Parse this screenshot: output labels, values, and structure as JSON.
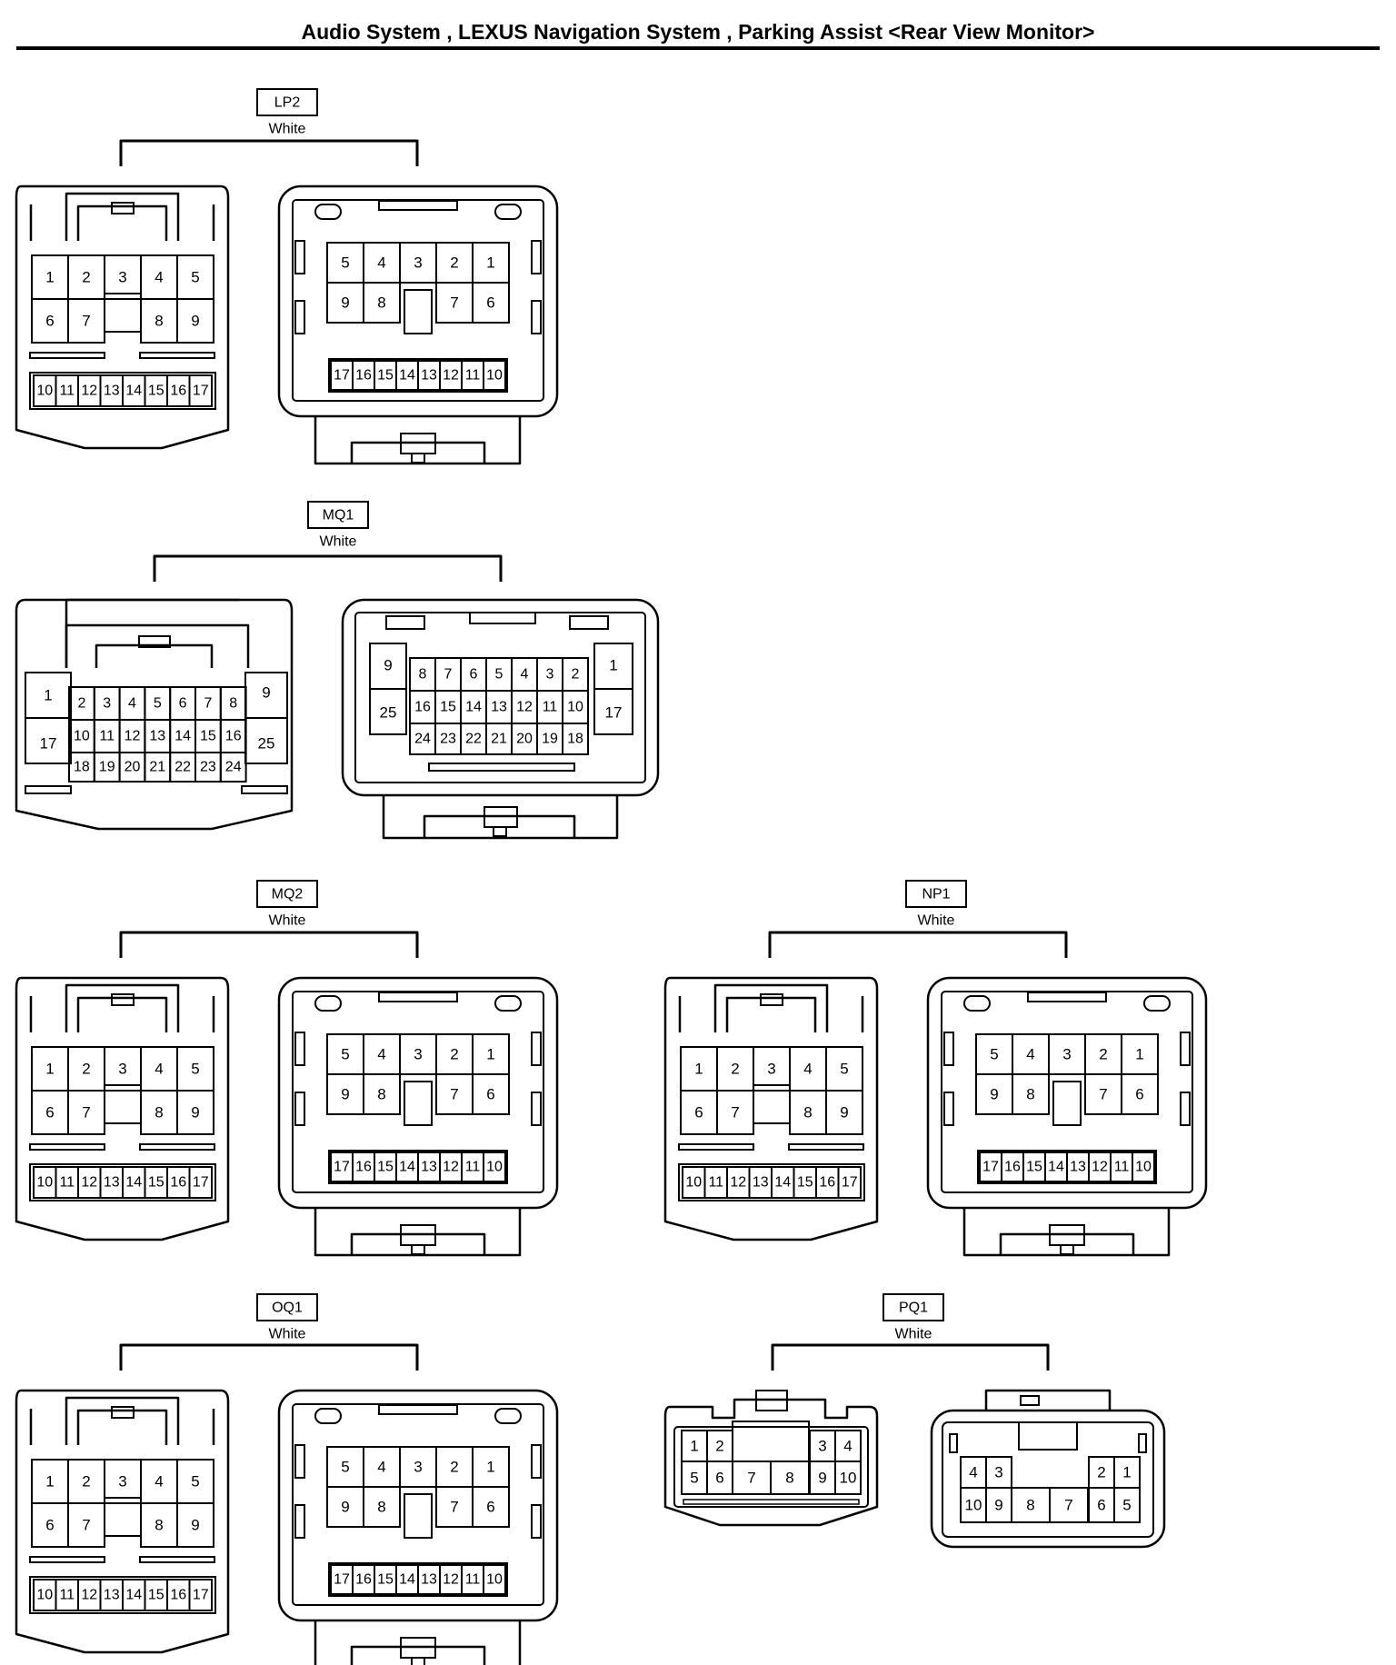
{
  "header": {
    "title": "Audio System , LEXUS Navigation System , Parking Assist <Rear View Monitor>"
  },
  "connectors": [
    {
      "id": "LP2",
      "color": "White",
      "female_pins_row1": [
        "1",
        "2",
        "3",
        "4",
        "5"
      ],
      "female_pins_row2": [
        "6",
        "7",
        "",
        "8",
        "9"
      ],
      "female_pins_row3": [
        "10",
        "11",
        "12",
        "13",
        "14",
        "15",
        "16",
        "17"
      ],
      "male_pins_row1": [
        "5",
        "4",
        "3",
        "2",
        "1"
      ],
      "male_pins_row2": [
        "9",
        "8",
        "",
        "7",
        "6"
      ],
      "male_pins_row3": [
        "17",
        "16",
        "15",
        "14",
        "13",
        "12",
        "11",
        "10"
      ]
    },
    {
      "id": "MQ1",
      "color": "White",
      "female_side_left": [
        "1",
        "17"
      ],
      "female_pins_row1": [
        "2",
        "3",
        "4",
        "5",
        "6",
        "7",
        "8"
      ],
      "female_pins_row2": [
        "10",
        "11",
        "12",
        "13",
        "14",
        "15",
        "16"
      ],
      "female_pins_row3": [
        "18",
        "19",
        "20",
        "21",
        "22",
        "23",
        "24"
      ],
      "female_side_right": [
        "9",
        "25"
      ],
      "male_side_left": [
        "9",
        "25"
      ],
      "male_pins_row1": [
        "8",
        "7",
        "6",
        "5",
        "4",
        "3",
        "2"
      ],
      "male_pins_row2": [
        "16",
        "15",
        "14",
        "13",
        "12",
        "11",
        "10"
      ],
      "male_pins_row3": [
        "24",
        "23",
        "22",
        "21",
        "20",
        "19",
        "18"
      ],
      "male_side_right": [
        "1",
        "17"
      ]
    },
    {
      "id": "MQ2",
      "color": "White",
      "female_pins_row1": [
        "1",
        "2",
        "3",
        "4",
        "5"
      ],
      "female_pins_row2": [
        "6",
        "7",
        "",
        "8",
        "9"
      ],
      "female_pins_row3": [
        "10",
        "11",
        "12",
        "13",
        "14",
        "15",
        "16",
        "17"
      ],
      "male_pins_row1": [
        "5",
        "4",
        "3",
        "2",
        "1"
      ],
      "male_pins_row2": [
        "9",
        "8",
        "",
        "7",
        "6"
      ],
      "male_pins_row3": [
        "17",
        "16",
        "15",
        "14",
        "13",
        "12",
        "11",
        "10"
      ]
    },
    {
      "id": "NP1",
      "color": "White",
      "female_pins_row1": [
        "1",
        "2",
        "3",
        "4",
        "5"
      ],
      "female_pins_row2": [
        "6",
        "7",
        "",
        "8",
        "9"
      ],
      "female_pins_row3": [
        "10",
        "11",
        "12",
        "13",
        "14",
        "15",
        "16",
        "17"
      ],
      "male_pins_row1": [
        "5",
        "4",
        "3",
        "2",
        "1"
      ],
      "male_pins_row2": [
        "9",
        "8",
        "",
        "7",
        "6"
      ],
      "male_pins_row3": [
        "17",
        "16",
        "15",
        "14",
        "13",
        "12",
        "11",
        "10"
      ]
    },
    {
      "id": "OQ1",
      "color": "White",
      "female_pins_row1": [
        "1",
        "2",
        "3",
        "4",
        "5"
      ],
      "female_pins_row2": [
        "6",
        "7",
        "",
        "8",
        "9"
      ],
      "female_pins_row3": [
        "10",
        "11",
        "12",
        "13",
        "14",
        "15",
        "16",
        "17"
      ],
      "male_pins_row1": [
        "5",
        "4",
        "3",
        "2",
        "1"
      ],
      "male_pins_row2": [
        "9",
        "8",
        "",
        "7",
        "6"
      ],
      "male_pins_row3": [
        "17",
        "16",
        "15",
        "14",
        "13",
        "12",
        "11",
        "10"
      ]
    },
    {
      "id": "PQ1",
      "color": "White",
      "female_top_left": [
        "1",
        "2"
      ],
      "female_top_right": [
        "3",
        "4"
      ],
      "female_bottom": [
        "5",
        "6",
        "7",
        "8",
        "9",
        "10"
      ],
      "male_top_left": [
        "4",
        "3"
      ],
      "male_top_right": [
        "2",
        "1"
      ],
      "male_bottom": [
        "10",
        "9",
        "8",
        "7",
        "6",
        "5"
      ]
    }
  ]
}
